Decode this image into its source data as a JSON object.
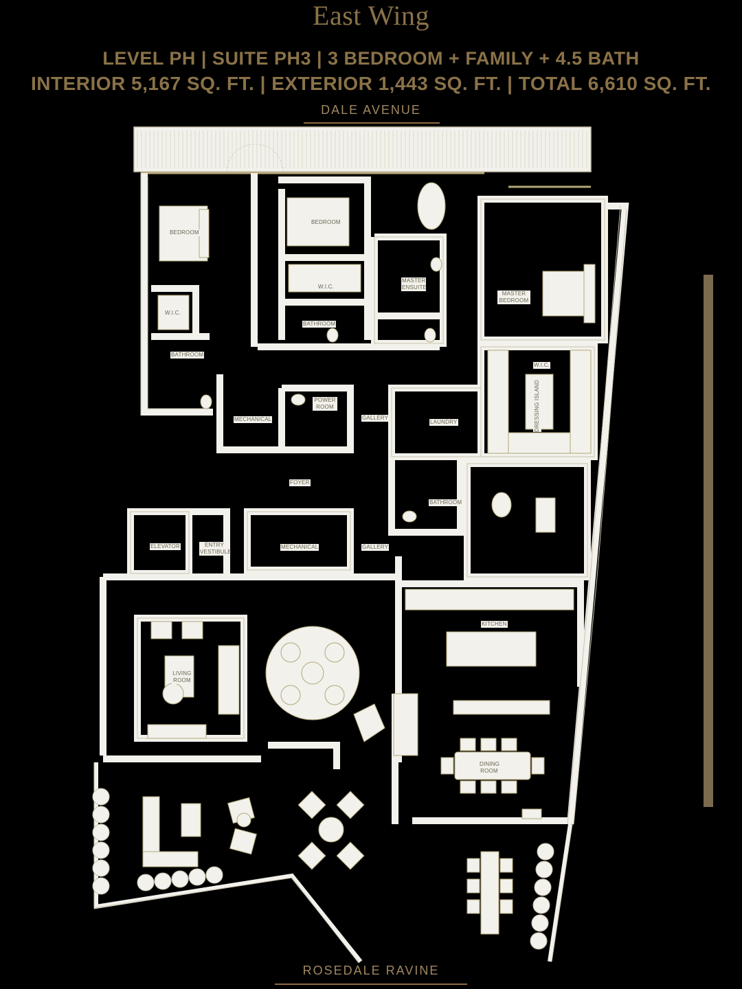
{
  "header": {
    "title": "East Wing",
    "specs_line1": "LEVEL PH | SUITE PH3 | 3 BEDROOM + FAMILY + 4.5 BATH",
    "specs_line2": "INTERIOR 5,167 SQ. FT. | EXTERIOR 1,443 SQ. FT. | TOTAL 6,610 SQ. FT."
  },
  "suite": {
    "level": "PH",
    "suite": "PH3",
    "bedrooms": "3 BEDROOM + FAMILY",
    "baths": "4.5 BATH",
    "interior_sqft": "5,167",
    "exterior_sqft": "1,443",
    "total_sqft": "6,610"
  },
  "streets": {
    "north": "DALE AVENUE",
    "south": "ROSEDALE RAVINE"
  },
  "colors": {
    "background": "#000000",
    "heading_gold": "#8a7248",
    "street_rule": "#8e6a45",
    "wall_fill": "#f2f1ec",
    "wall_line": "#c9c3ad",
    "accent_olive": "#b3a878",
    "label_text": "#6b6450"
  },
  "rooms": [
    {
      "id": "bedroom-2",
      "label": "BEDROOM"
    },
    {
      "id": "bedroom-3",
      "label": "BEDROOM"
    },
    {
      "id": "wic-1",
      "label": "W.I.C."
    },
    {
      "id": "wic-2",
      "label": "W.I.C."
    },
    {
      "id": "bathroom-1",
      "label": "BATHROOM"
    },
    {
      "id": "bathroom-2",
      "label": "BATHROOM"
    },
    {
      "id": "master-ensuite",
      "label": "MASTER ENSUITE"
    },
    {
      "id": "master-bedroom",
      "label": "MASTER BEDROOM"
    },
    {
      "id": "master-wic",
      "label": "W.I.C."
    },
    {
      "id": "dressing-island",
      "label": "DRESSING ISLAND"
    },
    {
      "id": "mechanical-1",
      "label": "MECHANICAL"
    },
    {
      "id": "power-room",
      "label": "POWER ROOM"
    },
    {
      "id": "gallery-1",
      "label": "GALLERY"
    },
    {
      "id": "laundry",
      "label": "LAUNDRY"
    },
    {
      "id": "foyer",
      "label": "FOYER"
    },
    {
      "id": "bathroom-3",
      "label": "BATHROOM"
    },
    {
      "id": "elevator",
      "label": "ELEVATOR"
    },
    {
      "id": "entry-vestibule",
      "label": "ENTRY VESTIBULE"
    },
    {
      "id": "mechanical-2",
      "label": "MECHANICAL"
    },
    {
      "id": "gallery-2",
      "label": "GALLERY"
    },
    {
      "id": "kitchen",
      "label": "KITCHEN"
    },
    {
      "id": "living-room",
      "label": "LIVING ROOM"
    },
    {
      "id": "dining-room",
      "label": "DINING ROOM"
    }
  ]
}
